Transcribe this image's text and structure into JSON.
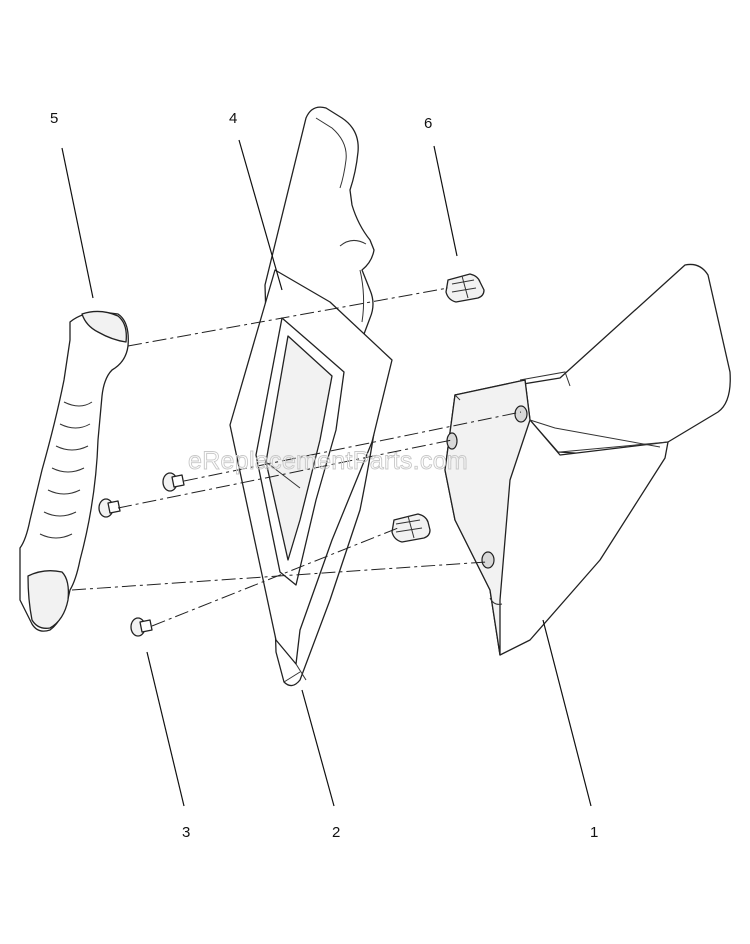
{
  "callouts": {
    "c1": "1",
    "c2": "2",
    "c3": "3",
    "c4": "4",
    "c5": "5",
    "c6": "6"
  },
  "watermark": "eReplacementParts.com",
  "colors": {
    "line": "#222222",
    "background": "#ffffff",
    "watermark": "#c8c8c8"
  }
}
